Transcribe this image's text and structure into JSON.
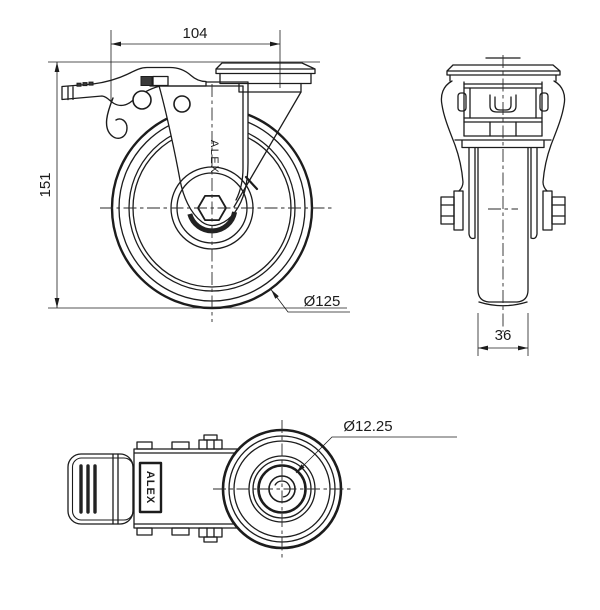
{
  "drawing": {
    "background": "#ffffff",
    "line_color": "#1c1c1c",
    "brand": "ALEX",
    "views": {
      "front": {
        "label": "front-view",
        "dim_width": "104",
        "dim_height": "151",
        "dim_wheel_diameter": "Ø125"
      },
      "side": {
        "label": "side-view",
        "dim_wheel_width": "36"
      },
      "top": {
        "label": "top-view",
        "dim_bolt_hole_diameter": "Ø12.25"
      }
    }
  }
}
